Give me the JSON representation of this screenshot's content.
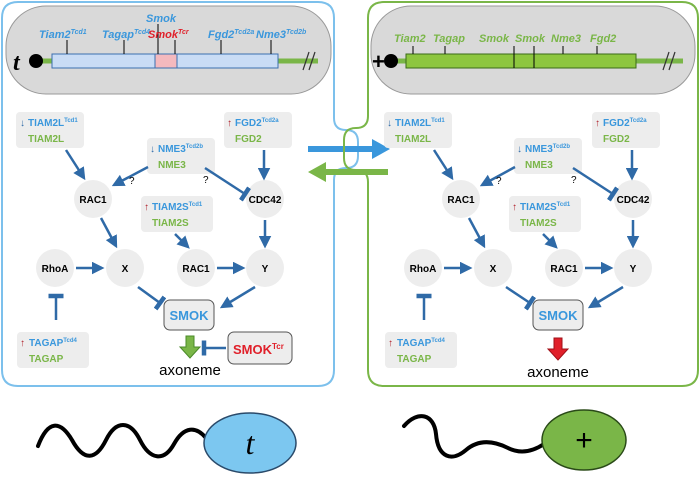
{
  "colors": {
    "blue": "#3a97dc",
    "green": "#7ab648",
    "red": "#e0202a",
    "arrow": "#2f6aa7",
    "node": "#ededed",
    "chrom_panel": "#d9d9d9",
    "t_region": "#c9dcf5",
    "smok_tcr_region": "#f4b9be",
    "plus_region": "#8dc63f"
  },
  "left_panel": {
    "chromosome_symbol": "t",
    "genes": {
      "tiam2": {
        "name": "Tiam2",
        "sup": "Tcd1"
      },
      "tagap": {
        "name": "Tagap",
        "sup": "Tcd4"
      },
      "smok": {
        "name": "Smok"
      },
      "smok_tcr": {
        "name": "Smok",
        "sup": "Tcr"
      },
      "fgd2": {
        "name": "Fgd2",
        "sup": "Tcd2a"
      },
      "nme3": {
        "name": "Nme3",
        "sup": "Tcd2b"
      }
    },
    "proteins": {
      "tiam2l": {
        "variant": "TIAM2L",
        "variant_sup": "Tcd1",
        "wt": "TIAM2L",
        "arrow": "down"
      },
      "nme3": {
        "variant": "NME3",
        "variant_sup": "Tcd2b",
        "wt": "NME3",
        "arrow": "down"
      },
      "fgd2": {
        "variant": "FGD2",
        "variant_sup": "Tcd2a",
        "wt": "FGD2",
        "arrow": "up"
      },
      "tiam2s": {
        "variant": "TIAM2S",
        "variant_sup": "Tcd1",
        "wt": "TIAM2S",
        "arrow": "up"
      },
      "tagap": {
        "variant": "TAGAP",
        "variant_sup": "Tcd4",
        "wt": "TAGAP",
        "arrow": "up"
      }
    },
    "nodes": {
      "rac1_top": "RAC1",
      "cdc42": "CDC42",
      "rhoa": "RhoA",
      "x": "X",
      "rac1_mid": "RAC1",
      "y": "Y"
    },
    "question_marks": [
      "?",
      "?"
    ],
    "smok_box": "SMOK",
    "smok_tcr_box": {
      "name": "SMOK",
      "sup": "Tcr"
    },
    "axoneme": "axoneme"
  },
  "right_panel": {
    "chromosome_symbol": "+",
    "genes": [
      "Tiam2",
      "Tagap",
      "Smok",
      "Smok",
      "Nme3",
      "Fgd2"
    ],
    "proteins": {
      "tiam2l": {
        "variant": "TIAM2L",
        "variant_sup": "Tcd1",
        "wt": "TIAM2L",
        "arrow": "down"
      },
      "nme3": {
        "variant": "NME3",
        "variant_sup": "Tcd2b",
        "wt": "NME3",
        "arrow": "down"
      },
      "fgd2": {
        "variant": "FGD2",
        "variant_sup": "Tcd2a",
        "wt": "FGD2",
        "arrow": "up"
      },
      "tiam2s": {
        "variant": "TIAM2S",
        "variant_sup": "Tcd1",
        "wt": "TIAM2S",
        "arrow": "up"
      },
      "tagap": {
        "variant": "TAGAP",
        "variant_sup": "Tcd4",
        "wt": "TAGAP",
        "arrow": "up"
      }
    },
    "nodes": {
      "rac1_top": "RAC1",
      "cdc42": "CDC42",
      "rhoa": "RhoA",
      "x": "X",
      "rac1_mid": "RAC1",
      "y": "Y"
    },
    "question_marks": [
      "?",
      "?"
    ],
    "smok_box": "SMOK",
    "axoneme": "axoneme"
  },
  "sperm": {
    "left_label": "t",
    "right_label": "+"
  }
}
